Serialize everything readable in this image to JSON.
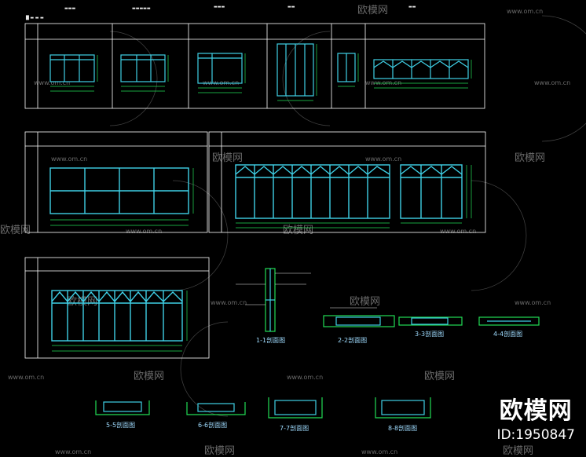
{
  "colors": {
    "background": "#000000",
    "frame": "#ffffff",
    "window": "#3fd0e6",
    "dimension": "#22dd55",
    "annotation": "#e8e8e8",
    "section_label": "#9fdcff",
    "watermark": "#6a6a6a"
  },
  "watermark": {
    "brand": "欧模网",
    "url": "www.om.cn",
    "id_text": "ID:1950847"
  },
  "section_labels": [
    "1-1剖面图",
    "2-2剖面图",
    "3-3剖面图",
    "4-4剖面图",
    "5-5剖面图",
    "6-6剖面图",
    "7-7剖面图",
    "8-8剖面图"
  ]
}
